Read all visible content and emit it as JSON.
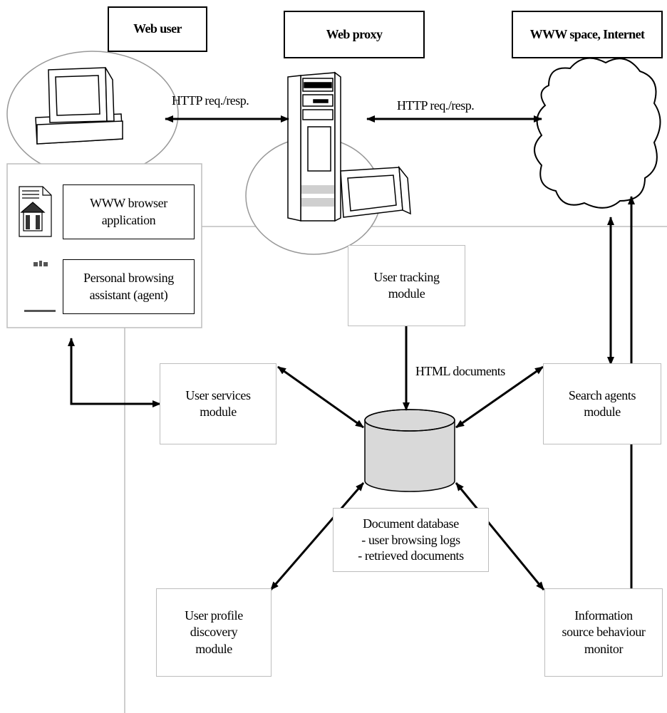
{
  "headers": {
    "web_user": "Web user",
    "web_proxy": "Web proxy",
    "www_space": "WWW space, Internet"
  },
  "links": {
    "http_left": "HTTP req./resp.",
    "http_right": "HTTP req./resp.",
    "html_docs": "HTML documents"
  },
  "user_panel": {
    "browser": [
      "WWW browser",
      "application"
    ],
    "assistant": [
      "Personal browsing",
      "assistant (agent)"
    ]
  },
  "modules": {
    "user_tracking": [
      "User tracking",
      "module"
    ],
    "user_services": [
      "User services",
      "module"
    ],
    "search_agents": [
      "Search agents",
      "module"
    ],
    "user_profile": [
      "User profile",
      "discovery",
      "module"
    ],
    "info_monitor": [
      "Information",
      "source behaviour",
      "monitor"
    ]
  },
  "database": {
    "title": "Document database",
    "items": [
      "- user browsing logs",
      "- retrieved documents"
    ]
  }
}
